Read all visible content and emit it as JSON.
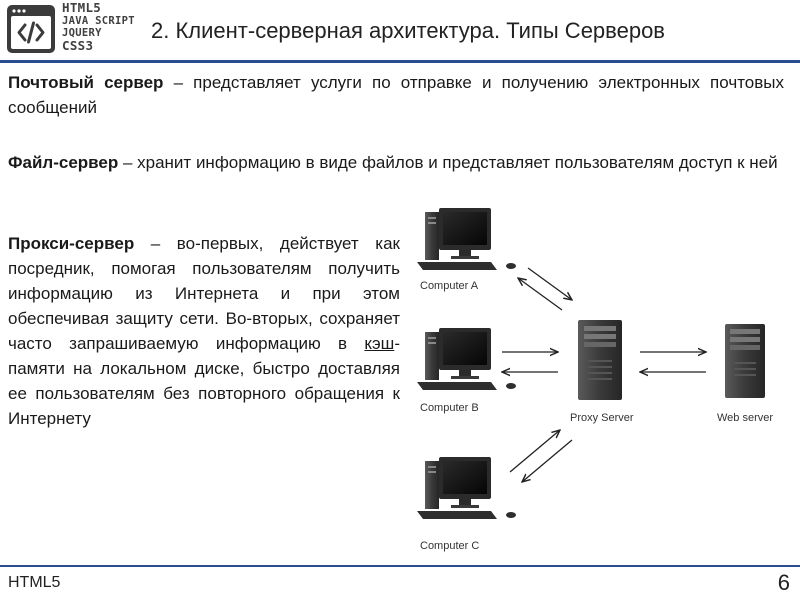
{
  "header": {
    "logo_icon": "code-brackets-icon",
    "logo_lines": [
      "HTML5",
      "JAVA SCRIPT",
      "JQUERY",
      "CSS3"
    ],
    "title": "2. Клиент-серверная архитектура. Типы Серверов"
  },
  "content": {
    "mail": {
      "term": "Почтовый сервер",
      "text": " – представляет услуги по отправке и получению электронных почтовых сообщений"
    },
    "file": {
      "term": "Файл-сервер",
      "text": " – хранит информацию в виде файлов и представляет пользователям доступ к ней"
    },
    "proxy": {
      "term": "Прокси-сервер",
      "text_before": " – во-первых, действует как посредник, помогая пользователям получить информацию из Интернета и при этом обеспечивая защиту сети. Во-вторых, сохраняет часто запрашиваемую информацию в ",
      "kesh": "кэш",
      "text_after": "-памяти на локальном диске, быстро доставляя ее пользователям без повторного обращения к Интернету"
    }
  },
  "diagram": {
    "computer_a": "Computer A",
    "computer_b": "Computer B",
    "computer_c": "Computer C",
    "proxy": "Proxy Server",
    "web": "Web server",
    "colors": {
      "monitor": "#2b2b2b",
      "screen": "#0f0f0f",
      "tower": "#3a3a3a",
      "arrow": "#222222"
    }
  },
  "footer": {
    "left": "HTML5",
    "page": "6"
  }
}
